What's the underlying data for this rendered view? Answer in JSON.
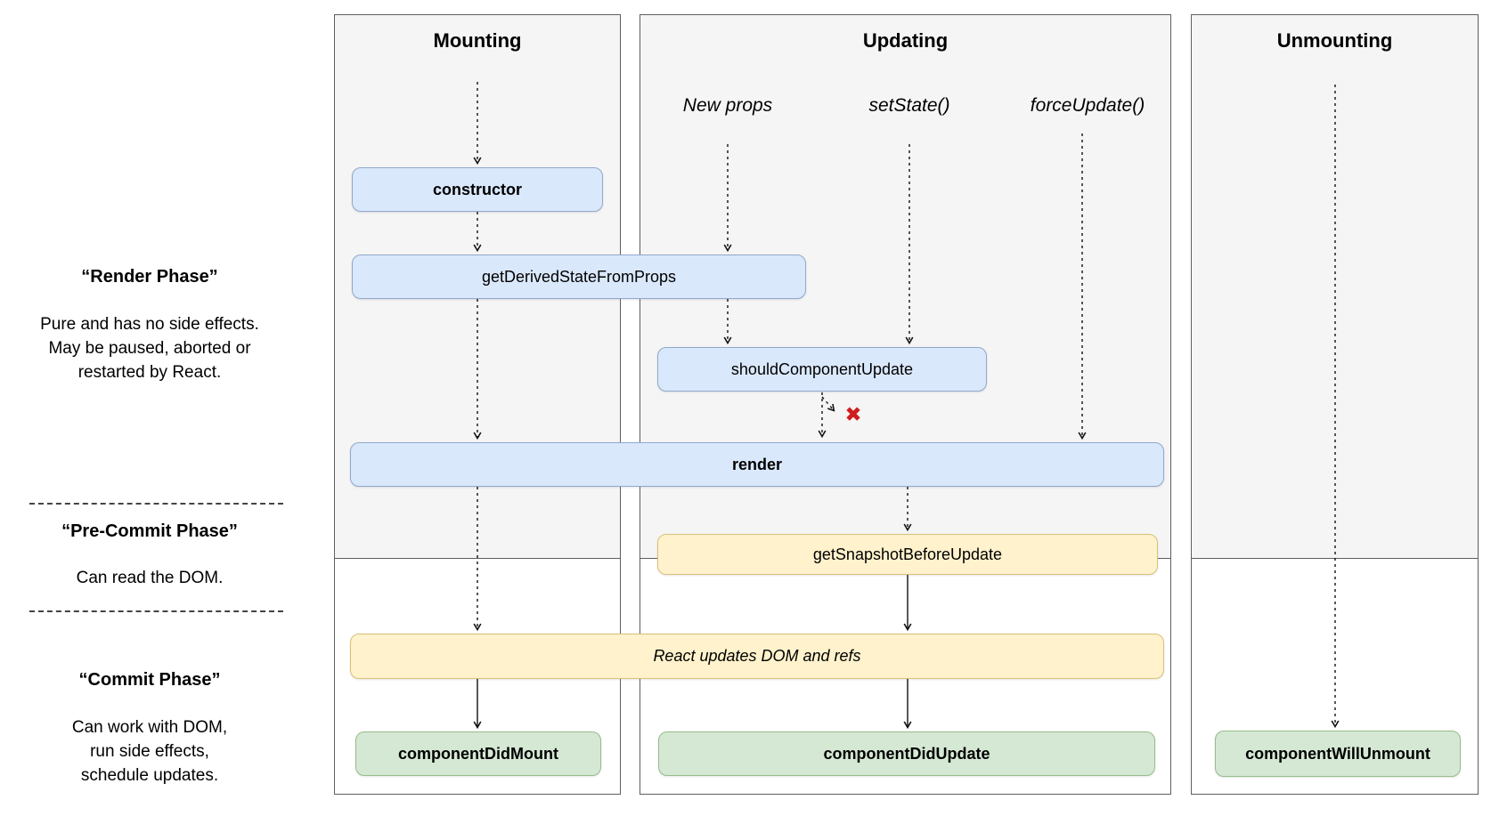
{
  "phases": {
    "render": {
      "title": "“Render Phase”",
      "description": "Pure and has no side effects.\nMay be paused, aborted or\nrestarted by React."
    },
    "pre_commit": {
      "title": "“Pre-Commit Phase”",
      "description": "Can read the DOM."
    },
    "commit": {
      "title": "“Commit Phase”",
      "description": "Can work with DOM,\nrun side effects,\nschedule updates."
    }
  },
  "columns": {
    "mounting": {
      "title": "Mounting"
    },
    "updating": {
      "title": "Updating",
      "triggers": [
        "New props",
        "setState()",
        "forceUpdate()"
      ]
    },
    "unmounting": {
      "title": "Unmounting"
    }
  },
  "boxes": {
    "constructor": "constructor",
    "get_derived_state_from_props": "getDerivedStateFromProps",
    "should_component_update": "shouldComponentUpdate",
    "render": "render",
    "get_snapshot_before_update": "getSnapshotBeforeUpdate",
    "react_updates_dom": "React updates DOM and refs",
    "component_did_mount": "componentDidMount",
    "component_did_update": "componentDidUpdate",
    "component_will_unmount": "componentWillUnmount"
  },
  "icons": {
    "skip_render_x": "✖"
  },
  "colors": {
    "panel_bg": "#f5f5f5",
    "blue_fill": "#dae8fc",
    "blue_border": "#8fa9cb",
    "yellow_fill": "#fff2cc",
    "yellow_border": "#d9c178",
    "green_fill": "#d5e8d4",
    "green_border": "#96bd8b",
    "x_red": "#cf1d1d"
  }
}
